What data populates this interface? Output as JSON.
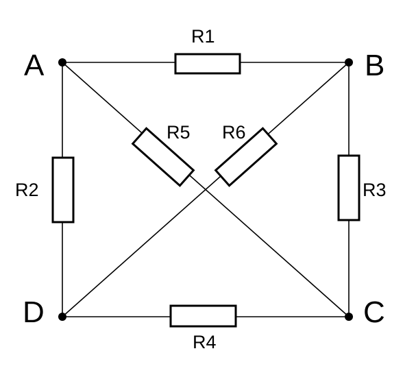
{
  "nodes": {
    "a": "A",
    "b": "B",
    "c": "C",
    "d": "D"
  },
  "resistors": {
    "r1": "R1",
    "r2": "R2",
    "r3": "R3",
    "r4": "R4",
    "r5": "R5",
    "r6": "R6"
  }
}
